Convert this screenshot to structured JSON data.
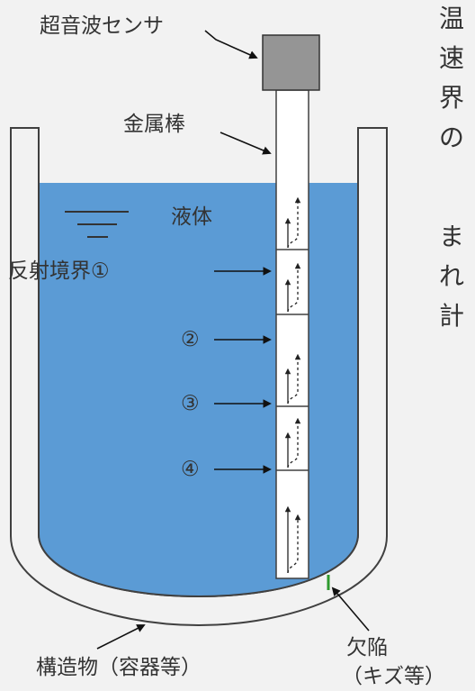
{
  "labels": {
    "sensor": "超音波センサ",
    "rod": "金属棒",
    "liquid": "液体",
    "reflection": [
      "反射境界①",
      "②",
      "③",
      "④"
    ],
    "structure": "構造物（容器等）",
    "defect_line1": "欠陥",
    "defect_line2": "（キズ等）"
  },
  "side_text": {
    "col1": [
      "温",
      "速",
      "界",
      "の"
    ],
    "col2": [
      "ま",
      "れ",
      "計"
    ]
  },
  "colors": {
    "background": "#F2F2F2",
    "liquid": "#5B9BD5",
    "container": "#F2F2F2",
    "outline": "#404040",
    "sensor": "#959595",
    "defect": "#2E9A2E"
  }
}
